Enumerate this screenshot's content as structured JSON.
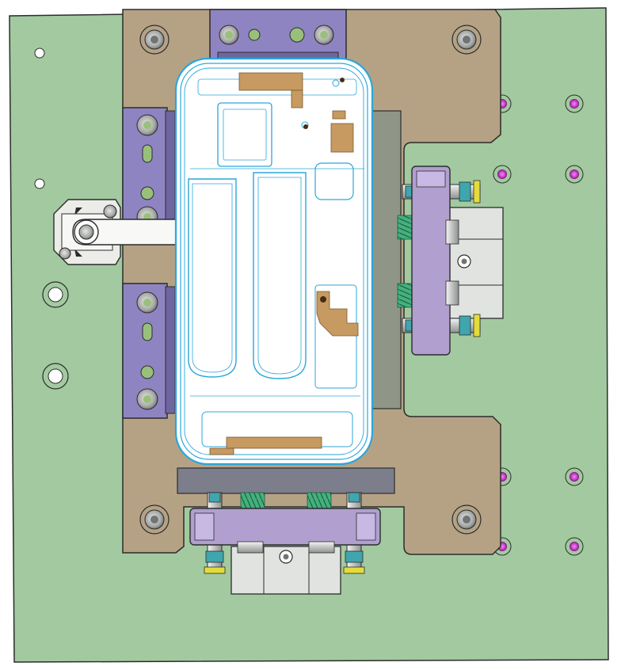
{
  "colors": {
    "base_plate": "#a3c9a0",
    "carrier_plate": "#b5a285",
    "clamp_block": "#8f84c2",
    "clamp_slider": "#b19fcf",
    "housing": "#e1e3e1",
    "spring": "#44b07e",
    "pin_cyan": "#3fa6ad",
    "pin_gold": "#e3dc3c",
    "magenta_hole": "#cf3fd1",
    "phone_outline": "#2ba6da",
    "copper": "#c69a60",
    "gray_rail": "#8f9688",
    "dark_rail": "#7d7e8c",
    "edge": "#2b2d2b"
  },
  "parts": [
    "base-plate",
    "carrier-plate",
    "top-clamp-block",
    "left-clamp-block-upper",
    "left-clamp-block-lower",
    "hinge-bracket",
    "swing-arm",
    "phone-board",
    "right-clamp-assembly",
    "bottom-clamp-assembly"
  ]
}
